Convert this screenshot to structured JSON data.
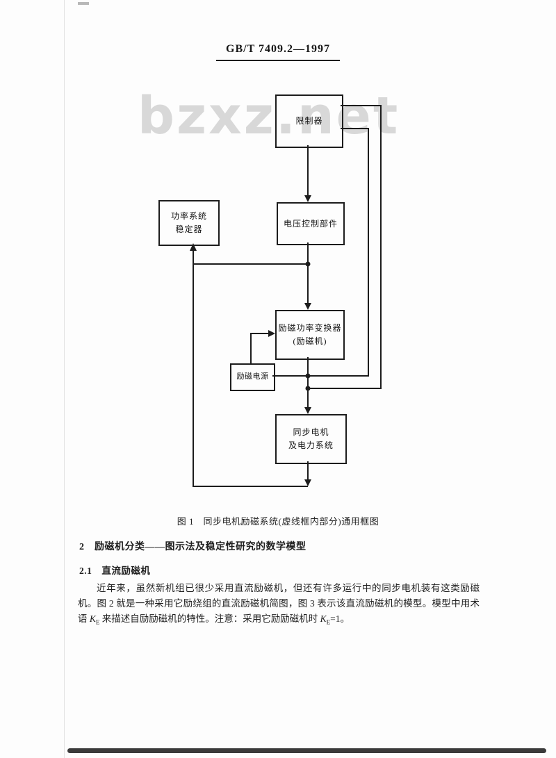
{
  "page": {
    "header": "GB/T 7409.2—1997",
    "watermark": "bzxz.net"
  },
  "diagram": {
    "boxes": {
      "limiter": {
        "label": "限制器"
      },
      "pss": {
        "line1": "功率系统",
        "line2": "稳定器"
      },
      "avr": {
        "label": "电压控制部件"
      },
      "exciter": {
        "line1": "励磁功率变换器",
        "line2": "(励磁机)"
      },
      "psource": {
        "label": "励磁电源"
      },
      "machine": {
        "line1": "同步电机",
        "line2": "及电力系统"
      }
    },
    "caption": "图 1　同步电机励磁系统(虚线框内部分)通用框图"
  },
  "content": {
    "section_heading": "2　励磁机分类——图示法及稳定性研究的数学模型",
    "subsection_heading": "2.1　直流励磁机",
    "paragraph": "近年来，虽然新机组已很少采用直流励磁机，但还有许多运行中的同步电机装有这类励磁机。图 2 就是一种采用它励绕组的直流励磁机简图，图 3 表示该直流励磁机的模型。模型中用术语 K_E 来描述自励励磁机的特性。注意：采用它励励磁机时 K_E=1。"
  }
}
